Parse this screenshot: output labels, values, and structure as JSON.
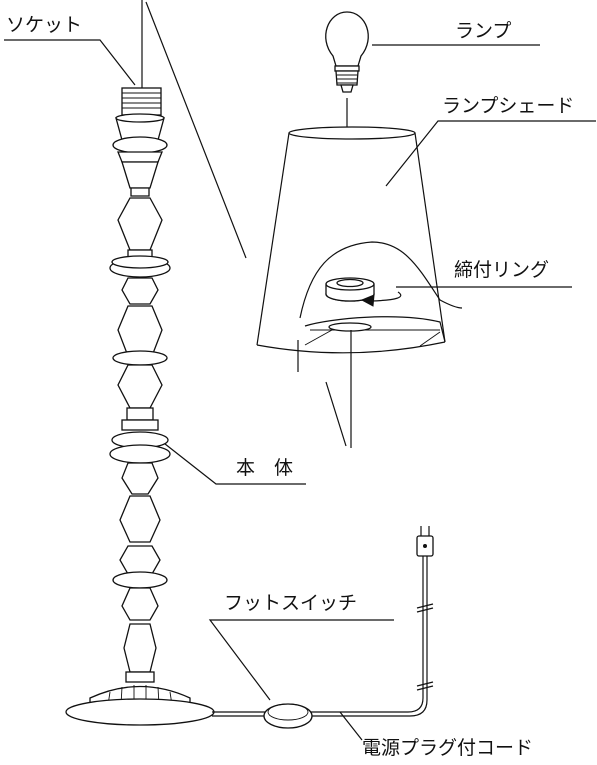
{
  "labels": {
    "socket": "ソケット",
    "lamp": "ランプ",
    "lamp_shade": "ランプシェード",
    "fastening_ring": "締付リング",
    "body": "本　体",
    "foot_switch": "フットスイッチ",
    "cord": "電源プラグ付コード"
  },
  "colors": {
    "line": "#111111",
    "background": "#ffffff"
  }
}
